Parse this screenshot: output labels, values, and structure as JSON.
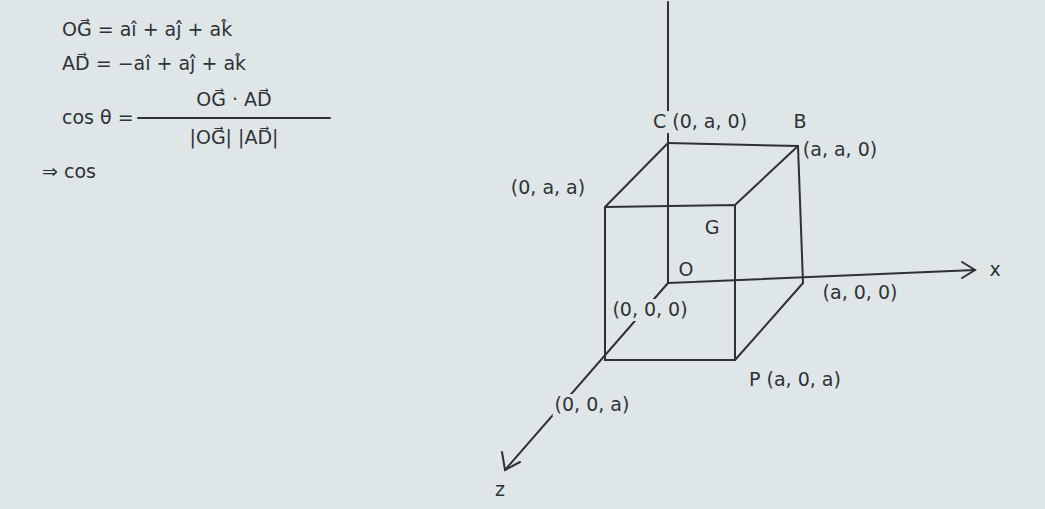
{
  "diagram": {
    "labels": [
      "OG⃗ = aî + aĵ + ak̂",
      "AD⃗ = −aî + aĵ + ak̂",
      "cos θ =",
      "OG⃗ · AD⃗",
      "|OG⃗| |AD⃗|",
      "⇒ cos",
      "C (0, a, 0)",
      "B",
      "(a, a, 0)",
      "(0, a, a)",
      "G",
      "O",
      "(0, 0, 0)",
      "(a, 0, 0)",
      "P (a, 0, a)",
      "(0, 0, a)",
      "x",
      "z"
    ]
  }
}
